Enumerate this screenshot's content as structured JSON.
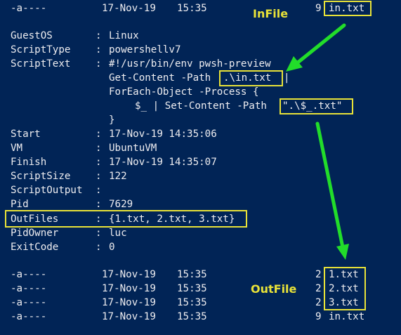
{
  "terminal": {
    "top_row": {
      "mode": "-a----",
      "date": "17-Nov-19",
      "time": "15:35",
      "size": "9",
      "name": "in.txt"
    },
    "props": {
      "guestos": {
        "key": "GuestOS",
        "value": "Linux"
      },
      "scripttype": {
        "key": "ScriptType",
        "value": "powershellv7"
      },
      "scripttext": {
        "key": "ScriptText",
        "value": "#!/usr/bin/env pwsh-preview"
      },
      "start": {
        "key": "Start",
        "value": "17-Nov-19 14:35:06"
      },
      "vm": {
        "key": "VM",
        "value": "UbuntuVM"
      },
      "finish": {
        "key": "Finish",
        "value": "17-Nov-19 14:35:07"
      },
      "scriptsize": {
        "key": "ScriptSize",
        "value": "122"
      },
      "scriptoutput": {
        "key": "ScriptOutput",
        "value": ""
      },
      "pid": {
        "key": "Pid",
        "value": "7629"
      },
      "outfiles": {
        "key": "OutFiles",
        "value": "{1.txt, 2.txt, 3.txt}"
      },
      "pidowner": {
        "key": "PidOwner",
        "value": "luc"
      },
      "exitcode": {
        "key": "ExitCode",
        "value": "0"
      }
    },
    "sep": ":",
    "script": {
      "gc_cmd": "Get-Content -Path",
      "gc_path": ".\\in.txt",
      "gc_pipe": "|",
      "foreach": "ForEach-Object -Process {",
      "sc_cmd": "$_ | Set-Content -Path",
      "sc_path": "\".\\$_.txt\"",
      "close": "}"
    },
    "bottom_rows": [
      {
        "mode": "-a----",
        "date": "17-Nov-19",
        "time": "15:35",
        "size": "2",
        "name": "1.txt"
      },
      {
        "mode": "-a----",
        "date": "17-Nov-19",
        "time": "15:35",
        "size": "2",
        "name": "2.txt"
      },
      {
        "mode": "-a----",
        "date": "17-Nov-19",
        "time": "15:35",
        "size": "2",
        "name": "3.txt"
      },
      {
        "mode": "-a----",
        "date": "17-Nov-19",
        "time": "15:35",
        "size": "9",
        "name": "in.txt"
      }
    ]
  },
  "annotations": {
    "infile_label": "InFile",
    "outfile_label": "OutFile",
    "highlight_color": "#e8e238",
    "arrow_color": "#22dd2a",
    "background_color": "#012456"
  }
}
